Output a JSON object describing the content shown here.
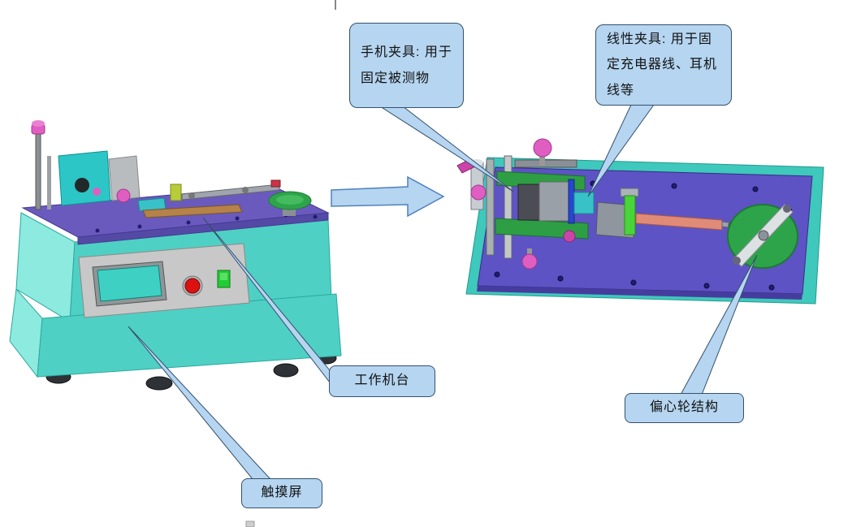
{
  "diagram": {
    "callouts": {
      "phone_fixture": {
        "label": "手机夹具: 用于固定被测物"
      },
      "linear_fixture": {
        "label": "线性夹具: 用于固定充电器线、耳机线等"
      },
      "work_platform": {
        "label": "工作机台"
      },
      "eccentric_wheel": {
        "label": "偏心轮结构"
      },
      "touch_screen": {
        "label": "触摸屏"
      }
    },
    "colors": {
      "callout_fill": "#b5d5f0",
      "callout_border": "#35506e",
      "arrow_border": "#4f81bd",
      "machine_teal": "#4fd0c4",
      "machine_teal_light": "#8ceade",
      "deck_purple": "#6a5abe",
      "plate_purple": "#5d53c4",
      "board_teal": "#3fc8bc",
      "wheel_green": "#2ea44a",
      "clamp_green": "#2e9e44",
      "knob_pink": "#e05ec2",
      "button_red": "#dd1111",
      "switch_green": "#22cc33",
      "screen_teal": "#3fd0c4",
      "arm_salmon": "#e08a78",
      "bar_green": "#49d43a"
    }
  }
}
